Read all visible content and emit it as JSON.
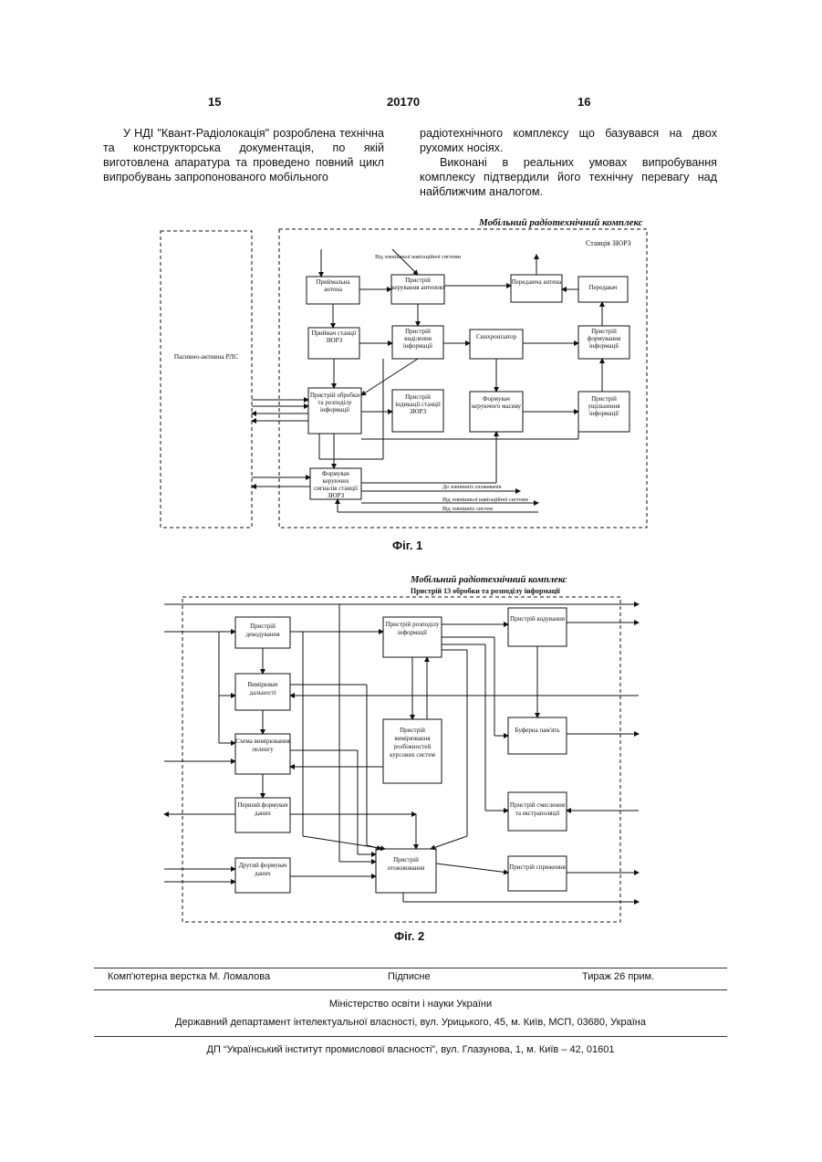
{
  "header": {
    "page_left": "15",
    "patent_number": "20170",
    "page_right": "16"
  },
  "text": {
    "left_col": "У НДІ \"Квант-Радіолокація\" розроблена технічна та конструкторська документація, по якій виготовлена апаратура та проведено повний цикл випробувань запропонованого мобільного",
    "right_col_p1": "радіотехнічного комплексу що базувався на двох рухомих носіях.",
    "right_col_p2": "Виконані в реальних умовах випробування комплексу підтвердили його технічну перевагу над найближчим аналогом."
  },
  "fig1": {
    "caption": "Фіг. 1",
    "frame_title": "Мобільний радіотехнічний комплекс",
    "station_label": "Станція ЗЮРЗ",
    "rls_label": "Пасивно-активна РЛС",
    "blocks": {
      "b3": "Приймальна антена",
      "b5": "Пристрій керування антеною",
      "b4": "Передаюча антена",
      "b7": "Передавач",
      "b8": "Приймач станції ЗЮРЗ",
      "b8b": "Пристрій виділення інформації",
      "b9": "Синхронізатор",
      "b10": "Пристрій формування інформації",
      "b13": "Пристрій обробки та розподілу інформації",
      "b11": "Пристрій індикації станції ЗЮРЗ",
      "b14": "Формувач керуючого масиву",
      "b15": "Пристрій ущільнення інформації",
      "b12": "Формувач керуючих сигналів станції ЗЮРЗ"
    },
    "labels": {
      "nav_top": "Від зовнішньої навігаційної системи",
      "to_ext": "До зовнішніх споживачів",
      "from_nav": "Від зовнішньої навігаційної системи",
      "from_ext": "Від зовнішніх систем"
    }
  },
  "fig2": {
    "caption": "Фіг. 2",
    "frame_title": "Мобільний радіотехнічний комплекс",
    "sub_title": "Пристрій 13 обробки та розподілу інформації",
    "blocks": {
      "b16": "Пристрій декодування",
      "b17": "Вимірювач дальності",
      "b18": "Схема вимірювання пеленгу",
      "b19": "Перший формувач даних",
      "b20": "Другий формувач даних",
      "b21": "Пристрій розподілу інформації",
      "b22": "Пристрій вимірювання розбіжностей курсових систем",
      "b23": "Пристрій кодування",
      "b24": "Буферна пам'ять",
      "b25": "Пристрій счислення та екстраполяції",
      "b26": "Пристрій спряження",
      "b27": "Пристрій отожнювання"
    }
  },
  "footer": {
    "layout": "Комп'ютерна верстка М. Ломалова",
    "signed": "Підписне",
    "circulation": "Тираж 26 прим.",
    "ministry": "Міністерство освіти і науки України",
    "department": "Державний департамент інтелектуальної власності, вул. Урицького, 45, м. Київ, МСП, 03680, Україна",
    "institute": "ДП “Український інститут промислової власності”, вул. Глазунова, 1, м. Київ – 42, 01601"
  }
}
